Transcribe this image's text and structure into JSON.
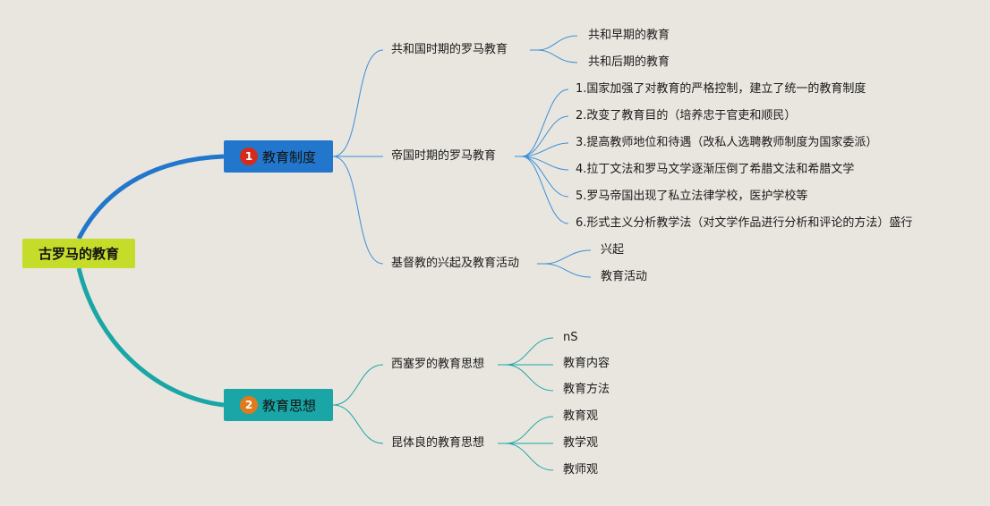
{
  "root": {
    "label": "古罗马的教育"
  },
  "colors": {
    "background": "#e9e6df",
    "root": "#c6dc2b",
    "branch1": "#2277cc",
    "branch2": "#1aa6a6",
    "badge1": "#d42c1a",
    "badge2": "#e27a1b"
  },
  "branches": [
    {
      "badge": "1",
      "label": "教育制度",
      "children": [
        {
          "label": "共和国时期的罗马教育",
          "children": [
            "共和早期的教育",
            "共和后期的教育"
          ]
        },
        {
          "label": "帝国时期的罗马教育",
          "children": [
            "1.国家加强了对教育的严格控制，建立了统一的教育制度",
            "2.改变了教育目的（培养忠于官吏和顺民）",
            "3.提高教师地位和待遇（改私人选聘教师制度为国家委派）",
            "4.拉丁文法和罗马文学逐渐压倒了希腊文法和希腊文学",
            "5.罗马帝国出现了私立法律学校，医护学校等",
            "6.形式主义分析教学法（对文学作品进行分析和评论的方法）盛行"
          ]
        },
        {
          "label": "基督教的兴起及教育活动",
          "children": [
            "兴起",
            "教育活动"
          ]
        }
      ]
    },
    {
      "badge": "2",
      "label": "教育思想",
      "children": [
        {
          "label": "西塞罗的教育思想",
          "children": [
            "nS",
            "教育内容",
            "教育方法"
          ]
        },
        {
          "label": "昆体良的教育思想",
          "children": [
            "教育观",
            "教学观",
            "教师观"
          ]
        }
      ]
    }
  ]
}
